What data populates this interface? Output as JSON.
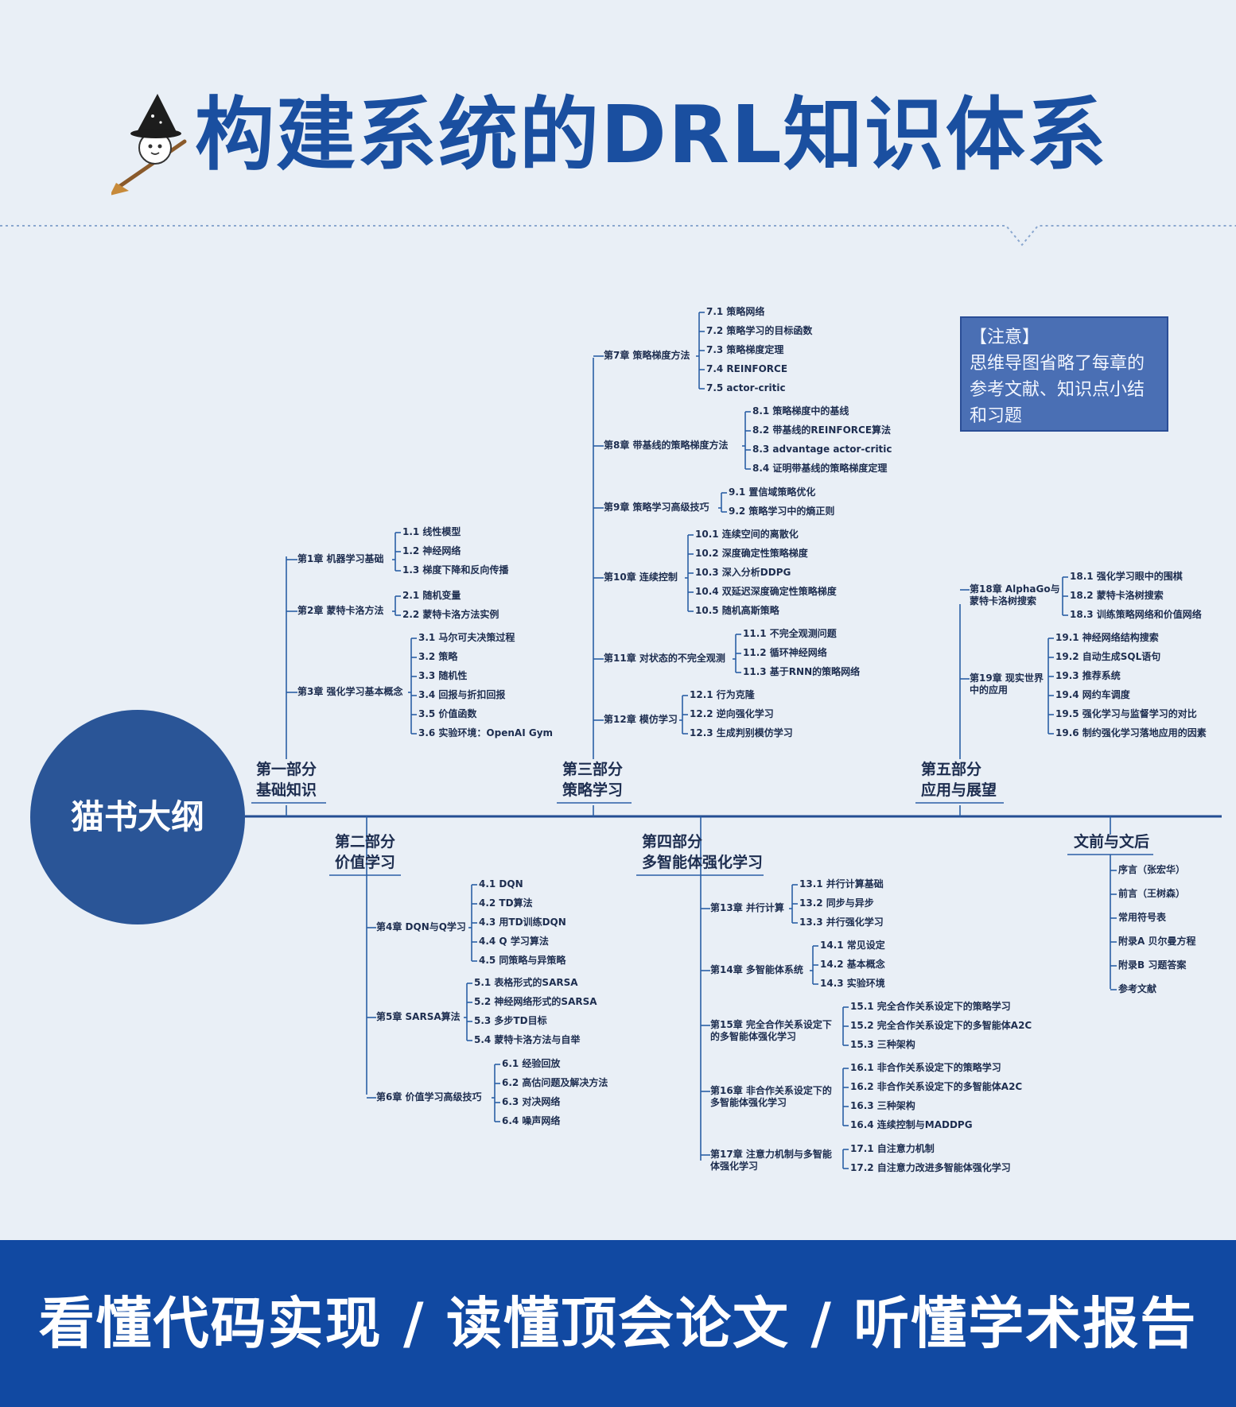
{
  "title": "构建系统的DRL知识体系",
  "root": "猫书大纲",
  "note": [
    "【注意】",
    "思维导图省略了每章的",
    "参考文献、知识点小结",
    "和习题"
  ],
  "footer": "看懂代码实现 / 读懂顶会论文 / 听懂学术报告",
  "colors": {
    "title": "#1a4fa0",
    "root": "#2a5597",
    "footer": "#1149a2",
    "note": "#4a6fb4",
    "line": "#2b5fa5"
  },
  "icon": "witch-cat-on-broom-icon",
  "parts": [
    {
      "title1": "第一部分",
      "title2": "基础知识",
      "chapters": [
        {
          "title": "第1章 机器学习基础",
          "sections": [
            "1.1 线性模型",
            "1.2 神经网络",
            "1.3 梯度下降和反向传播"
          ]
        },
        {
          "title": "第2章 蒙特卡洛方法",
          "sections": [
            "2.1 随机变量",
            "2.2 蒙特卡洛方法实例"
          ]
        },
        {
          "title": "第3章 强化学习基本概念",
          "sections": [
            "3.1 马尔可夫决策过程",
            "3.2 策略",
            "3.3 随机性",
            "3.4 回报与折扣回报",
            "3.5 价值函数",
            "3.6 实验环境：OpenAI Gym"
          ]
        }
      ]
    },
    {
      "title1": "第二部分",
      "title2": "价值学习",
      "chapters": [
        {
          "title": "第4章 DQN与Q学习",
          "sections": [
            "4.1 DQN",
            "4.2 TD算法",
            "4.3 用TD训练DQN",
            "4.4 Q 学习算法",
            "4.5 同策略与异策略"
          ]
        },
        {
          "title": "第5章 SARSA算法",
          "sections": [
            "5.1 表格形式的SARSA",
            "5.2 神经网络形式的SARSA",
            "5.3 多步TD目标",
            "5.4 蒙特卡洛方法与自举"
          ]
        },
        {
          "title": "第6章 价值学习高级技巧",
          "sections": [
            "6.1 经验回放",
            "6.2 高估问题及解决方法",
            "6.3 对决网络",
            "6.4 噪声网络"
          ]
        }
      ]
    },
    {
      "title1": "第三部分",
      "title2": "策略学习",
      "chapters": [
        {
          "title": "第7章 策略梯度方法",
          "sections": [
            "7.1 策略网络",
            "7.2 策略学习的目标函数",
            "7.3 策略梯度定理",
            "7.4 REINFORCE",
            "7.5 actor-critic"
          ]
        },
        {
          "title": "第8章 带基线的策略梯度方法",
          "sections": [
            "8.1 策略梯度中的基线",
            "8.2 带基线的REINFORCE算法",
            "8.3 advantage actor-critic",
            "8.4 证明带基线的策略梯度定理"
          ]
        },
        {
          "title": "第9章 策略学习高级技巧",
          "sections": [
            "9.1 置信域策略优化",
            "9.2 策略学习中的熵正则"
          ]
        },
        {
          "title": "第10章 连续控制",
          "sections": [
            "10.1 连续空间的离散化",
            "10.2 深度确定性策略梯度",
            "10.3 深入分析DDPG",
            "10.4 双延迟深度确定性策略梯度",
            "10.5 随机高斯策略"
          ]
        },
        {
          "title": "第11章 对状态的不完全观测",
          "sections": [
            "11.1 不完全观测问题",
            "11.2 循环神经网络",
            "11.3 基于RNN的策略网络"
          ]
        },
        {
          "title": "第12章 模仿学习",
          "sections": [
            "12.1 行为克隆",
            "12.2 逆向强化学习",
            "12.3 生成判别模仿学习"
          ]
        }
      ]
    },
    {
      "title1": "第四部分",
      "title2": "多智能体强化学习",
      "chapters": [
        {
          "title": "第13章 并行计算",
          "sections": [
            "13.1 并行计算基础",
            "13.2 同步与异步",
            "13.3 并行强化学习"
          ]
        },
        {
          "title": "第14章 多智能体系统",
          "sections": [
            "14.1 常见设定",
            "14.2 基本概念",
            "14.3 实验环境"
          ]
        },
        {
          "title": "第15章 完全合作关系设定下的多智能体强化学习",
          "sections": [
            "15.1 完全合作关系设定下的策略学习",
            "15.2 完全合作关系设定下的多智能体A2C",
            "15.3 三种架构"
          ]
        },
        {
          "title": "第16章 非合作关系设定下的多智能体强化学习",
          "sections": [
            "16.1 非合作关系设定下的策略学习",
            "16.2 非合作关系设定下的多智能体A2C",
            "16.3 三种架构",
            "16.4 连续控制与MADDPG"
          ]
        },
        {
          "title": "第17章 注意力机制与多智能体强化学习",
          "sections": [
            "17.1 自注意力机制",
            "17.2 自注意力改进多智能体强化学习"
          ]
        }
      ]
    },
    {
      "title1": "第五部分",
      "title2": "应用与展望",
      "chapters": [
        {
          "title": "第18章 AlphaGo与蒙特卡洛树搜索",
          "sections": [
            "18.1 强化学习眼中的围棋",
            "18.2 蒙特卡洛树搜索",
            "18.3 训练策略网络和价值网络"
          ]
        },
        {
          "title": "第19章 现实世界中的应用",
          "sections": [
            "19.1 神经网络结构搜索",
            "19.2 自动生成SQL语句",
            "19.3 推荐系统",
            "19.4 网约车调度",
            "19.5 强化学习与监督学习的对比",
            "19.6 制约强化学习落地应用的因素"
          ]
        }
      ]
    },
    {
      "title1": "文前与文后",
      "title2": "",
      "items": [
        "序言（张宏华）",
        "前言（王树森）",
        "常用符号表",
        "附录A 贝尔曼方程",
        "附录B 习题答案",
        "参考文献"
      ]
    }
  ]
}
